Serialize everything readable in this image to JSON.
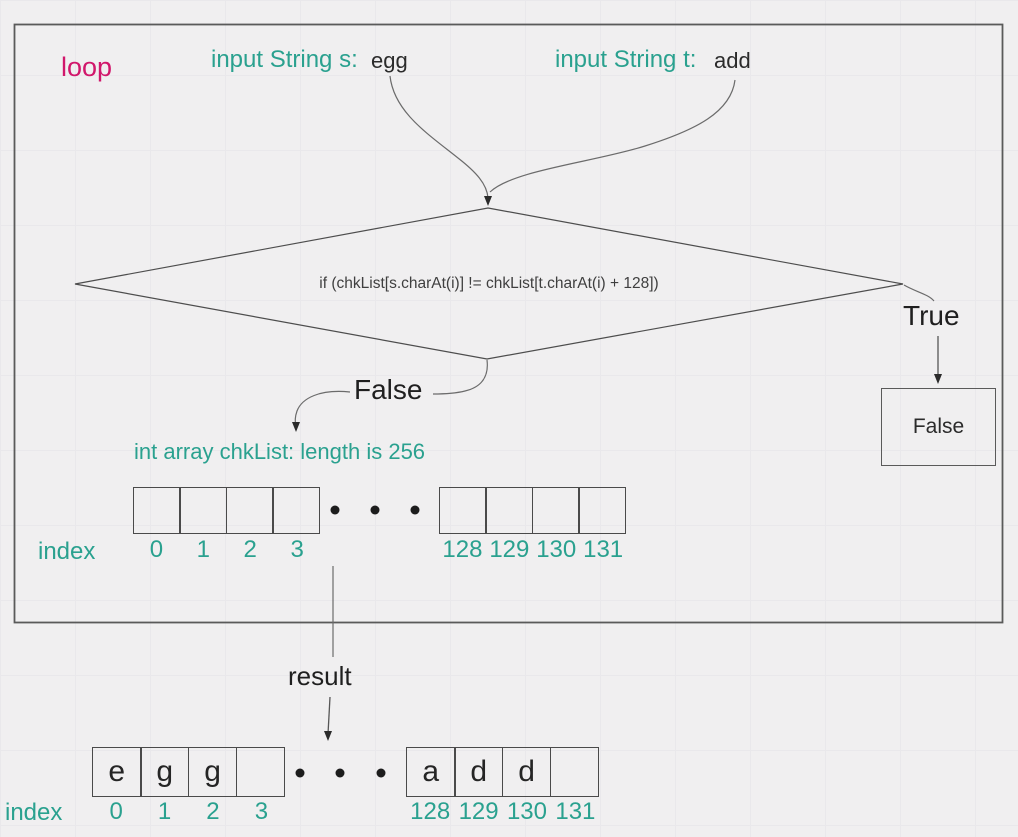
{
  "colors": {
    "teal": "#2aa18f",
    "magenta": "#d1176b",
    "text_dark": "#2b2b2b",
    "line": "#5a5a5a",
    "background": "#f0eff0"
  },
  "loop_label": "loop",
  "inputs": {
    "s_label": "input String s:",
    "s_value": "egg",
    "t_label": "input String t:",
    "t_value": "add"
  },
  "decision": {
    "condition": "if (chkList[s.charAt(i)] != chkList[t.charAt(i) + 128])",
    "true_label": "True",
    "false_label": "False",
    "true_result_box": "False"
  },
  "chklist": {
    "title": "int array chkList: length is 256",
    "index_label": "index",
    "cells_left": [
      "",
      "",
      "",
      ""
    ],
    "cells_right": [
      "",
      "",
      "",
      ""
    ],
    "indices_left": [
      "0",
      "1",
      "2",
      "3"
    ],
    "indices_right": [
      "128",
      "129",
      "130",
      "131"
    ],
    "ellipsis": "..."
  },
  "result": {
    "label": "result",
    "index_label": "index",
    "cells_left": [
      "e",
      "g",
      "g",
      ""
    ],
    "cells_right": [
      "a",
      "d",
      "d",
      ""
    ],
    "indices_left": [
      "0",
      "1",
      "2",
      "3"
    ],
    "indices_right": [
      "128",
      "129",
      "130",
      "131"
    ],
    "ellipsis": "..."
  }
}
